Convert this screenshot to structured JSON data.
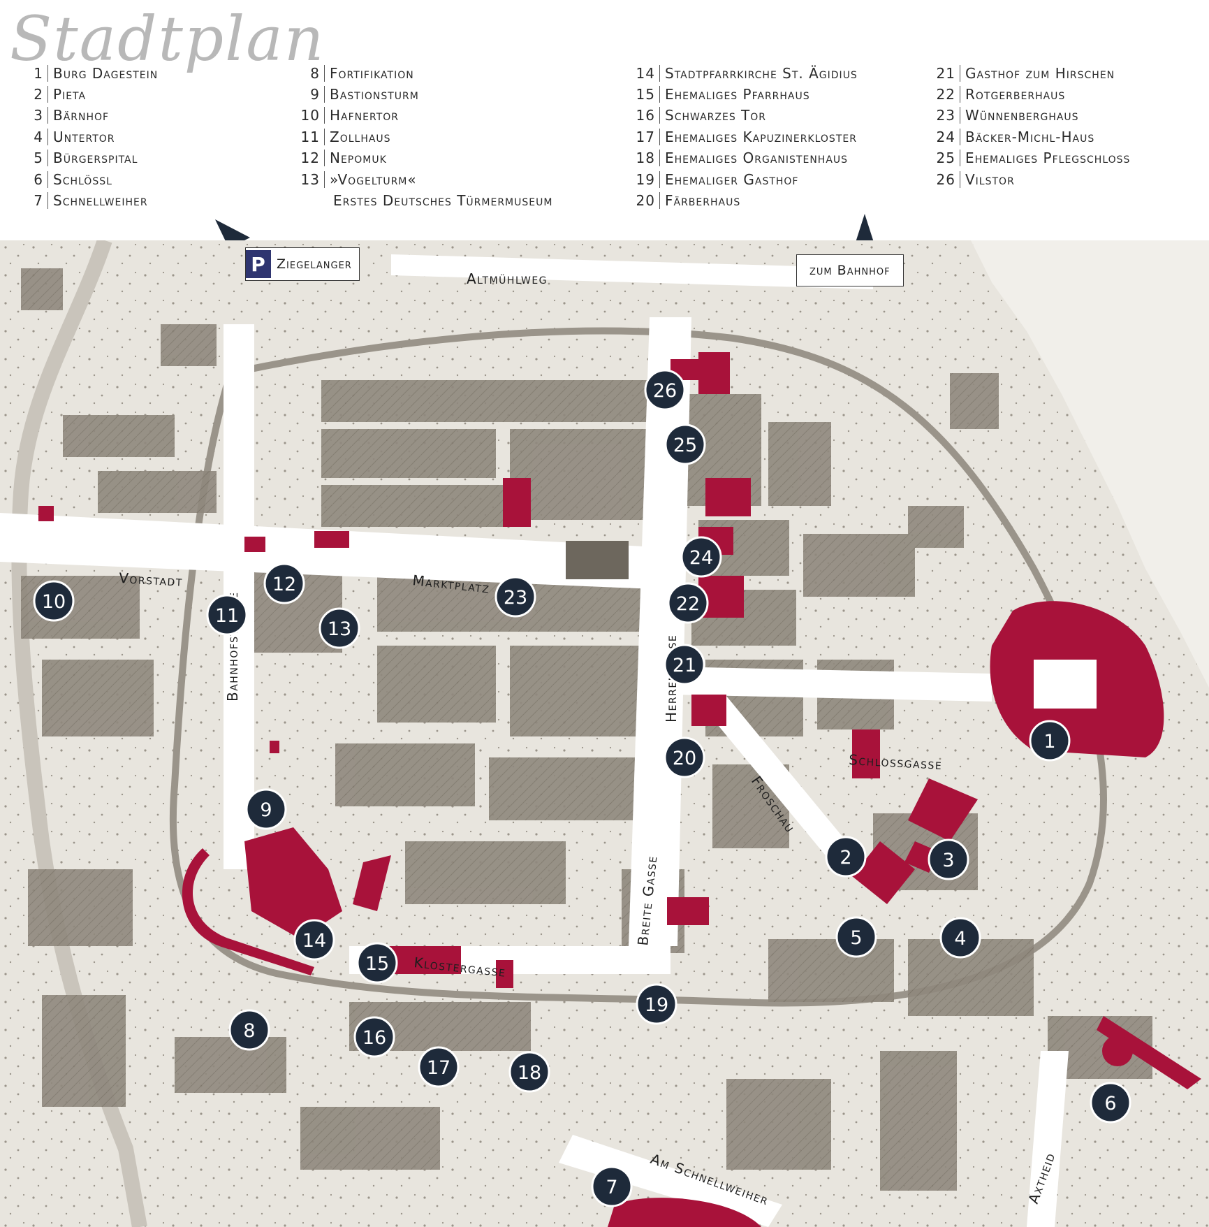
{
  "title": "Stadtplan",
  "legend": [
    {
      "num": "1",
      "label": "Burg Dagestein"
    },
    {
      "num": "2",
      "label": "Pieta"
    },
    {
      "num": "3",
      "label": "Bärnhof"
    },
    {
      "num": "4",
      "label": "Untertor"
    },
    {
      "num": "5",
      "label": "Bürgerspital"
    },
    {
      "num": "6",
      "label": "Schlössl"
    },
    {
      "num": "7",
      "label": "Schnellweiher"
    },
    {
      "num": "8",
      "label": "Fortifikation"
    },
    {
      "num": "9",
      "label": "Bastionsturm"
    },
    {
      "num": "10",
      "label": "Hafnertor"
    },
    {
      "num": "11",
      "label": "Zollhaus"
    },
    {
      "num": "12",
      "label": "Nepomuk"
    },
    {
      "num": "13",
      "label": "»Vogelturm«"
    },
    {
      "num": "",
      "label": "Erstes Deutsches Türmermuseum"
    },
    {
      "num": "14",
      "label": "Stadtpfarrkirche  St. Ägidius"
    },
    {
      "num": "15",
      "label": "Ehemaliges Pfarrhaus"
    },
    {
      "num": "16",
      "label": "Schwarzes Tor"
    },
    {
      "num": "17",
      "label": "Ehemaliges Kapuzinerkloster"
    },
    {
      "num": "18",
      "label": "Ehemaliges Organistenhaus"
    },
    {
      "num": "19",
      "label": "Ehemaliger Gasthof"
    },
    {
      "num": "20",
      "label": "Färberhaus"
    },
    {
      "num": "21",
      "label": "Gasthof zum Hirschen"
    },
    {
      "num": "22",
      "label": "Rotgerberhaus"
    },
    {
      "num": "23",
      "label": "Wünnenberghaus"
    },
    {
      "num": "24",
      "label": "Bäcker-Michl-Haus"
    },
    {
      "num": "25",
      "label": "Ehemaliges Pflegschloss"
    },
    {
      "num": "26",
      "label": "Vilstor"
    }
  ],
  "signs": {
    "parking_letter": "P",
    "parking_label": "Ziegelanger",
    "station_label": "zum Bahnhof"
  },
  "streets": {
    "altmuehlweg": "Altmühlweg",
    "bahnhofstrasse": "Bahnhofstrasse",
    "vorstadt": "Vorstadt",
    "marktplatz": "Marktplatz",
    "herrengasse": "Herrengasse",
    "schlossgasse": "Schlossgasse",
    "froschau": "Froschau",
    "breite_gasse": "Breite Gasse",
    "klostergasse": "Klostergasse",
    "am_schnellweiher": "Am Schnellweiher",
    "axtheid": "Axtheid"
  },
  "colors": {
    "landmark": "#a8123a",
    "marker": "#1e2a3a",
    "map_paper": "#e9e6df",
    "buildings": "#8d867b"
  }
}
